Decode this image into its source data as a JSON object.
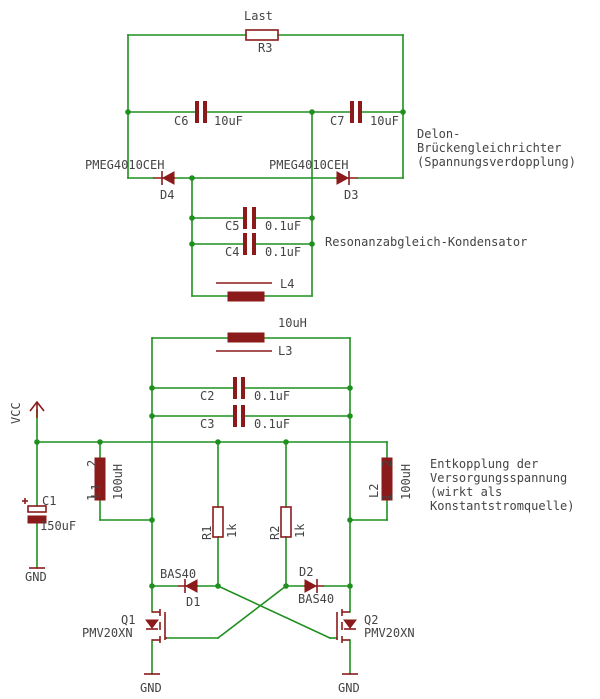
{
  "labels": {
    "last": "Last",
    "r3": "R3",
    "c6": "C6",
    "c6_val": "10uF",
    "c7": "C7",
    "c7_val": "10uF",
    "d4_type": "PMEG4010CEH",
    "d3_type": "PMEG4010CEH",
    "d4": "D4",
    "d3": "D3",
    "delon": [
      "Delon-",
      "Brückengleichrichter",
      "(Spannungsverdopplung)"
    ],
    "c5": "C5",
    "c5_val": "0.1uF",
    "c4": "C4",
    "c4_val": "0.1uF",
    "resonanz": "Resonanzabgleich-Kondensator",
    "l4": "L4",
    "l3_val": "10uH",
    "l3": "L3",
    "c2": "C2",
    "c2_val": "0.1uF",
    "c3": "C3",
    "c3_val": "0.1uF",
    "vcc": "VCC",
    "l1": "L1",
    "l1_val": "100uH",
    "l2": "L2",
    "l2_val": "100uH",
    "pin1": "1",
    "pin2": "2",
    "c1": "C1",
    "c1_val": "150uF",
    "entkopplung": [
      "Entkopplung der",
      "Versorgungsspannung",
      "(wirkt als",
      "Konstantstromquelle)"
    ],
    "r1": "R1",
    "r1_val": "1k",
    "r2": "R2",
    "r2_val": "1k",
    "bas40_left": "BAS40",
    "d1": "D1",
    "d2": "D2",
    "bas40_right": "BAS40",
    "q1": "Q1",
    "q1_type": "PMV20XN",
    "q2": "Q2",
    "q2_type": "PMV20XN",
    "gnd": "GND"
  }
}
